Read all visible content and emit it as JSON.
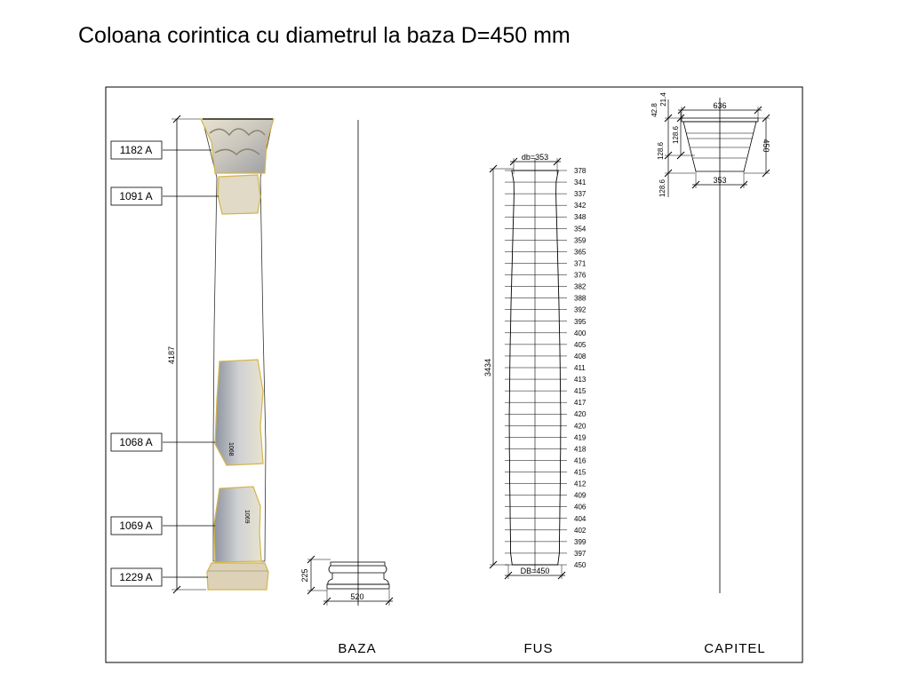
{
  "title": "Coloana corintica cu diametrul la baza D=450 mm",
  "fragments": [
    "1182 A",
    "1091 A",
    "1068 A",
    "1069 A",
    "1229 A"
  ],
  "fragment_inscriptions": [
    "1068",
    "1069"
  ],
  "column": {
    "height": "4187"
  },
  "baza": {
    "label": "BAZA",
    "height": "225",
    "width": "520"
  },
  "fus": {
    "label": "FUS",
    "top_diameter": "db=353",
    "bottom_diameter": "DB=450",
    "height": "3434",
    "diameters": [
      "378",
      "341",
      "337",
      "342",
      "348",
      "354",
      "359",
      "365",
      "371",
      "376",
      "382",
      "388",
      "392",
      "395",
      "400",
      "405",
      "408",
      "411",
      "413",
      "415",
      "417",
      "420",
      "420",
      "419",
      "418",
      "416",
      "415",
      "412",
      "409",
      "406",
      "404",
      "402",
      "399",
      "397",
      "450"
    ]
  },
  "capitel": {
    "label": "CAPITEL",
    "top_width": "636",
    "bottom_width": "353",
    "height": "450",
    "dim_a": "21.4",
    "dim_b": "42.8",
    "dim_c": "128.6",
    "dim_d": "128.6",
    "dim_e": "128.6"
  }
}
